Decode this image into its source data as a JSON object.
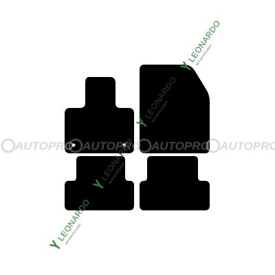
{
  "product": {
    "mats": [
      {
        "id": "front-left",
        "fill": "#000000"
      },
      {
        "id": "front-right",
        "fill": "#000000"
      },
      {
        "id": "rear-left",
        "fill": "#000000"
      },
      {
        "id": "rear-right",
        "fill": "#000000"
      }
    ],
    "eyelets": 2
  },
  "watermarks": {
    "leonardo": {
      "name": "LEONARDO",
      "tagline": "автоаксессуары",
      "color": "#2e8b3e",
      "icon": "leaf-icon"
    },
    "autopro": {
      "name": "AUTOPRO",
      "color": "#c8c8c8"
    }
  }
}
